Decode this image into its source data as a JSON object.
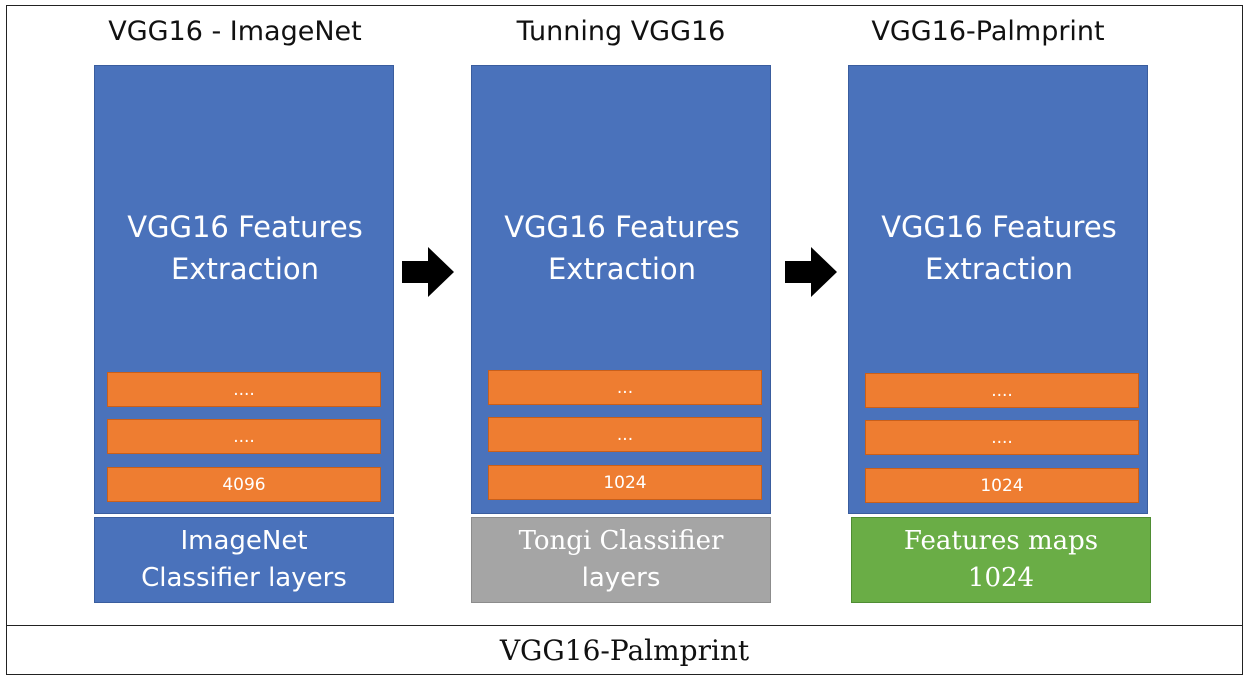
{
  "columns": [
    {
      "title": "VGG16 - ImageNet",
      "feature_line1": "VGG16 Features",
      "feature_line2": "Extraction",
      "layers": [
        "....",
        "....",
        "4096"
      ],
      "classifier_line1": "ImageNet",
      "classifier_line2": "Classifier layers",
      "classifier_color": "#4a72bb"
    },
    {
      "title": "Tunning VGG16",
      "feature_line1": "VGG16 Features",
      "feature_line2": "Extraction",
      "layers": [
        "...",
        "...",
        "1024"
      ],
      "classifier_line1": "Tongi  Classifier",
      "classifier_line2": "layers",
      "classifier_color": "#a5a5a5"
    },
    {
      "title": "VGG16-Palmprint",
      "feature_line1": "VGG16 Features",
      "feature_line2": "Extraction",
      "layers": [
        "....",
        "....",
        "1024"
      ],
      "classifier_line1": "Features maps",
      "classifier_line2": "1024",
      "classifier_color": "#6aad46"
    }
  ],
  "caption": "VGG16-Palmprint",
  "colors": {
    "feature_block": "#4a72bb",
    "layer": "#ee7d31",
    "arrow": "#000000"
  },
  "icons": [
    "right-arrow-icon",
    "right-arrow-icon"
  ]
}
